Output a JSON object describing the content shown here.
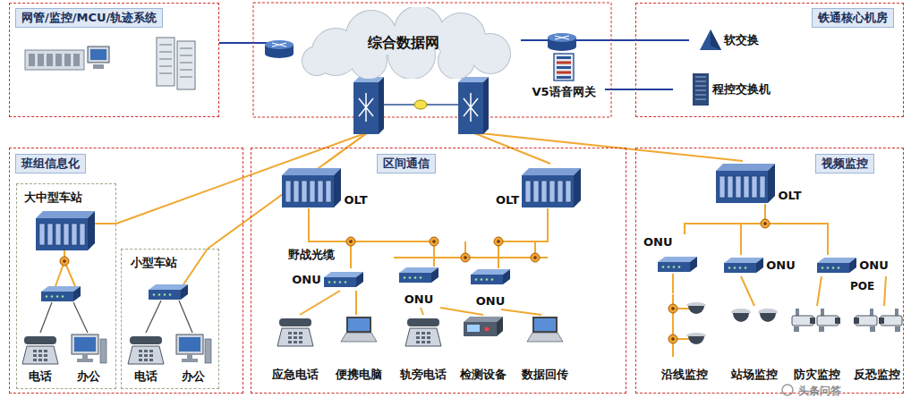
{
  "diagram": {
    "nodes": [
      {
        "text": [
          "网管/监控/MCU/轨迹系统"
        ]
      },
      {
        "text": [
          "综合数据网"
        ]
      },
      {
        "text": [
          "V5语音网关"
        ]
      },
      {
        "text": [
          "铁通核心机房"
        ]
      },
      {
        "text": [
          "软交换"
        ],
        "in": 3
      },
      {
        "text": [
          "程控交换机"
        ],
        "in": 3
      },
      {
        "text": [
          "班组信息化"
        ]
      },
      {
        "text": [
          "大中型车站"
        ],
        "in": 6
      },
      {
        "text": [
          "小型车站"
        ],
        "in": 6
      },
      {
        "text": [
          "电话"
        ],
        "in": 7
      },
      {
        "text": [
          "办公"
        ],
        "in": 7
      },
      {
        "text": [
          "电话"
        ],
        "in": 8
      },
      {
        "text": [
          "办公"
        ],
        "in": 8
      },
      {
        "text": [
          "区间通信"
        ]
      },
      {
        "text": [
          "OLT"
        ],
        "in": 13
      },
      {
        "text": [
          "OLT"
        ],
        "in": 13
      },
      {
        "text": [
          "ONU"
        ],
        "in": 13
      },
      {
        "text": [
          "ONU"
        ],
        "in": 13
      },
      {
        "text": [
          "ONU"
        ],
        "in": 13
      },
      {
        "text": [
          "应急电话"
        ],
        "in": 13
      },
      {
        "text": [
          "便携电脑"
        ],
        "in": 13
      },
      {
        "text": [
          "轨旁电话"
        ],
        "in": 13
      },
      {
        "text": [
          "检测设备"
        ],
        "in": 13
      },
      {
        "text": [
          "数据回传"
        ],
        "in": 13
      },
      {
        "text": [
          "视频监控"
        ]
      },
      {
        "text": [
          "OLT"
        ],
        "in": 24
      },
      {
        "text": [
          "ONU"
        ],
        "in": 24
      },
      {
        "text": [
          "ONU"
        ],
        "in": 24
      },
      {
        "text": [
          "ONU"
        ],
        "in": 24
      },
      {
        "text": [
          "沿线监控"
        ],
        "in": 24
      },
      {
        "text": [
          "站场监控"
        ],
        "in": 24
      },
      {
        "text": [
          "防灾监控"
        ],
        "in": 24
      },
      {
        "text": [
          "反恐监控"
        ],
        "in": 24
      }
    ],
    "edges": [
      {
        "from": 1,
        "to": 0,
        "arrow": "none"
      },
      {
        "from": 1,
        "to": 4,
        "arrow": "none"
      },
      {
        "from": 2,
        "to": 5,
        "arrow": "none"
      },
      {
        "from": 1,
        "to": 7,
        "arrow": "none"
      },
      {
        "from": 1,
        "to": 8,
        "arrow": "none"
      },
      {
        "from": 1,
        "to": 14,
        "arrow": "none"
      },
      {
        "from": 1,
        "to": 15,
        "arrow": "none"
      },
      {
        "from": 1,
        "to": 25,
        "arrow": "none"
      },
      {
        "from": 14,
        "to": 16,
        "arrow": "none"
      },
      {
        "from": 14,
        "to": 17,
        "arrow": "none"
      },
      {
        "from": 15,
        "to": 18,
        "arrow": "none"
      },
      {
        "from": 16,
        "to": 19,
        "arrow": "none"
      },
      {
        "from": 16,
        "to": 20,
        "arrow": "none"
      },
      {
        "from": 17,
        "to": 21,
        "arrow": "none"
      },
      {
        "from": 17,
        "to": 22,
        "arrow": "none"
      },
      {
        "from": 18,
        "to": 23,
        "arrow": "none"
      },
      {
        "from": 25,
        "to": 26,
        "arrow": "none"
      },
      {
        "from": 25,
        "to": 27,
        "arrow": "none"
      },
      {
        "from": 25,
        "to": 28,
        "arrow": "none"
      },
      {
        "from": 26,
        "to": 29,
        "arrow": "none"
      },
      {
        "from": 27,
        "to": 30,
        "arrow": "none"
      },
      {
        "from": 28,
        "to": 31,
        "arrow": "none"
      },
      {
        "from": 28,
        "to": 32,
        "arrow": "none"
      }
    ],
    "labels": [
      "野战光缆",
      "POE",
      "头条问答"
    ]
  }
}
